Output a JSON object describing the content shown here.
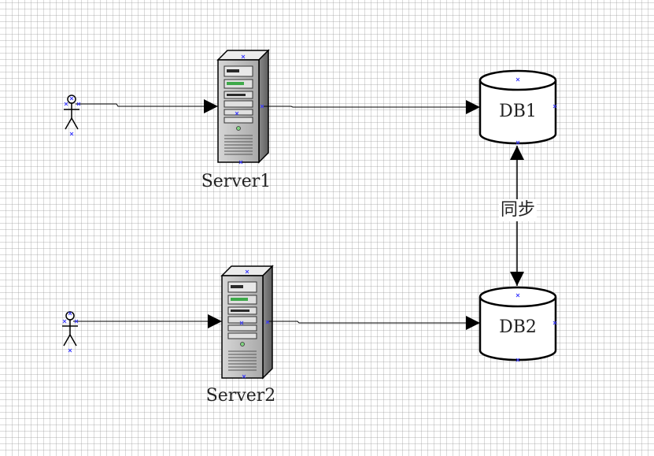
{
  "nodes": {
    "server1": {
      "label": "Server1",
      "icon": "server-tower-icon"
    },
    "server2": {
      "label": "Server2",
      "icon": "server-tower-icon"
    },
    "db1": {
      "label": "DB1",
      "icon": "database-cylinder-icon"
    },
    "db2": {
      "label": "DB2",
      "icon": "database-cylinder-icon"
    },
    "user1": {
      "icon": "stick-figure-actor-icon"
    },
    "user2": {
      "icon": "stick-figure-actor-icon"
    }
  },
  "edges": {
    "sync": {
      "label": "同步",
      "direction": "bidirectional"
    }
  },
  "colors": {
    "grid": "#c8c8c8",
    "line": "#000000",
    "server_body": "#b9b9b9",
    "handle_marker": "#3a3aff"
  }
}
